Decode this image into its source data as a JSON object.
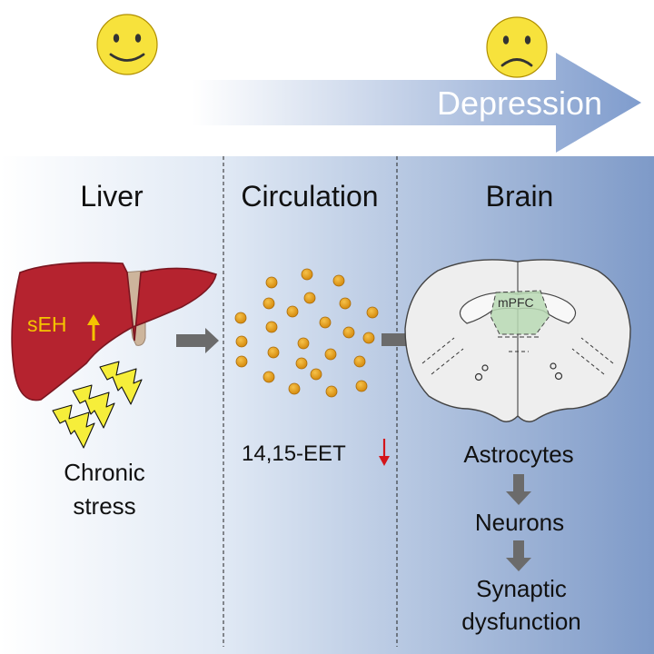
{
  "banner": {
    "label": "Depression",
    "start_mood": "happy-face",
    "end_mood": "sad-face"
  },
  "sections": {
    "liver": "Liver",
    "circulation": "Circulation",
    "brain": "Brain"
  },
  "liver": {
    "enzyme": "sEH",
    "enzyme_trend": "up",
    "cause_line1": "Chronic",
    "cause_line2": "stress"
  },
  "circulation": {
    "metabolite": "14,15-EET",
    "metabolite_trend": "down"
  },
  "brain": {
    "region": "mPFC",
    "cascade": [
      "Astrocytes",
      "Neurons",
      "Synaptic",
      "dysfunction"
    ]
  },
  "colors": {
    "liver": "#b5232f",
    "liver_outline": "#7a1620",
    "particle": "#e8a21a",
    "particle_outline": "#a86a0a",
    "up_arrow": "#f5c400",
    "down_arrow": "#d3141a",
    "gradient_light": "#ffffff",
    "gradient_dark": "#7e9ac8",
    "banner_dark": "#7f9ccd",
    "bolt": "#f6ee3a",
    "face": "#f7e23c",
    "mpfc": "#b9d9b4",
    "connector_arrow": "#6b6b6b"
  }
}
